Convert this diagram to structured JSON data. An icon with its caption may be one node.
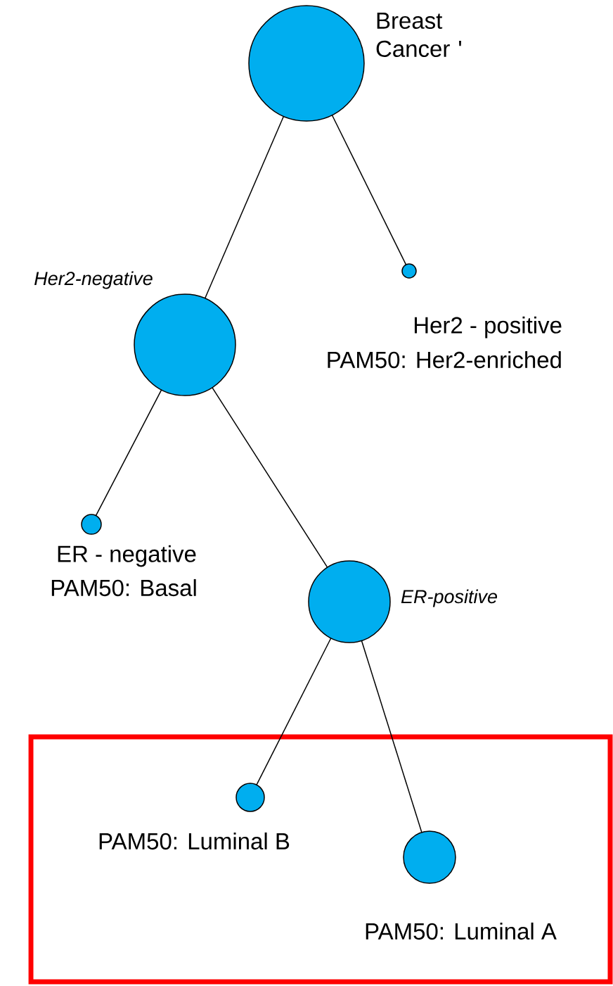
{
  "diagram": {
    "nodes": [
      {
        "text": [],
        "shape": "circle",
        "beside": [
          "Breast Cancer '"
        ]
      },
      {
        "text": [],
        "shape": "circle",
        "beside": [
          "Her2 - positive",
          "PAM50: Her2-enriched"
        ]
      },
      {
        "text": [],
        "shape": "circle",
        "beside": [
          "Her2-negative"
        ]
      },
      {
        "text": [],
        "shape": "circle",
        "beside": [
          "ER - negative",
          "PAM50: Basal"
        ]
      },
      {
        "text": [],
        "shape": "circle",
        "beside": [
          "ER-positive"
        ]
      },
      {
        "text": [],
        "shape": "box"
      },
      {
        "text": [],
        "shape": "circle",
        "in": 5,
        "beside": [
          "PAM50: Luminal B"
        ]
      },
      {
        "text": [],
        "shape": "circle",
        "in": 5,
        "beside": [
          "PAM50: Luminal A"
        ]
      }
    ],
    "edges": [
      {
        "from": 0,
        "to": 2,
        "arrow": "none"
      },
      {
        "from": 0,
        "to": 1,
        "arrow": "none"
      },
      {
        "from": 2,
        "to": 3,
        "arrow": "none"
      },
      {
        "from": 2,
        "to": 4,
        "arrow": "none"
      },
      {
        "from": 4,
        "to": 6,
        "arrow": "none"
      },
      {
        "from": 4,
        "to": 7,
        "arrow": "none"
      }
    ]
  }
}
